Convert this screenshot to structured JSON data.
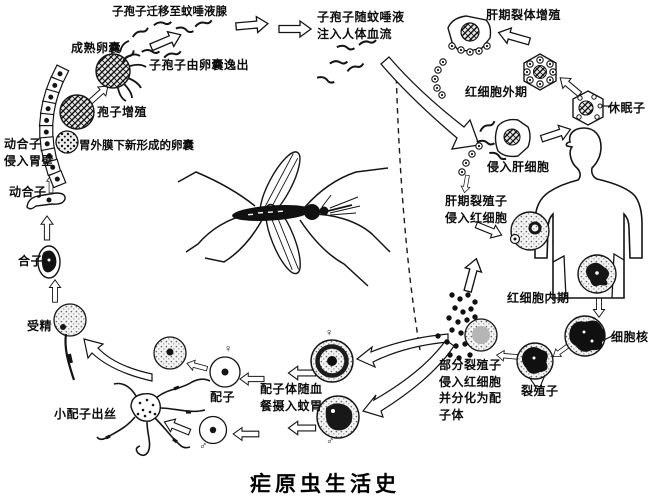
{
  "title": "疟原虫生活史",
  "labels": {
    "sporozoite_migrate": "子孢子迁移至蚊唾液腺",
    "mature_oocyst": "成熟卵囊",
    "sporozoite_escape": "子孢子由卵囊逸出",
    "sporogony": "孢子增殖",
    "new_oocyst": "胃外膜下新形成的卵囊",
    "ookinete_invade": "动合子\n侵入胃壁",
    "ookinete": "动合子",
    "zygote": "合子",
    "fertilization": "受精",
    "exflagellation": "小配子出丝",
    "gametes": "配子",
    "gametocyte_intake": "配子体随血\n餐摄入蚊胃",
    "inject": "子孢子随蚊唾液\n注入人体血流",
    "liver_schizogony": "肝期裂体增殖",
    "exoerythrocytic": "红细胞外期",
    "hypnozoite": "休眠子",
    "invade_liver": "侵入肝细胞",
    "liver_merozoites": "肝期裂殖子\n侵入红细胞",
    "intraerythrocytic": "红细胞内期",
    "nucleus": "细胞核",
    "merozoite": "裂殖子",
    "partial_gametocyte": "部分裂殖子\n侵入红细胞\n并分化为配\n子体",
    "female_symbol": "♀",
    "male_symbol": "♂"
  },
  "colors": {
    "ink": "#1a1a1a",
    "background": "#ffffff"
  }
}
